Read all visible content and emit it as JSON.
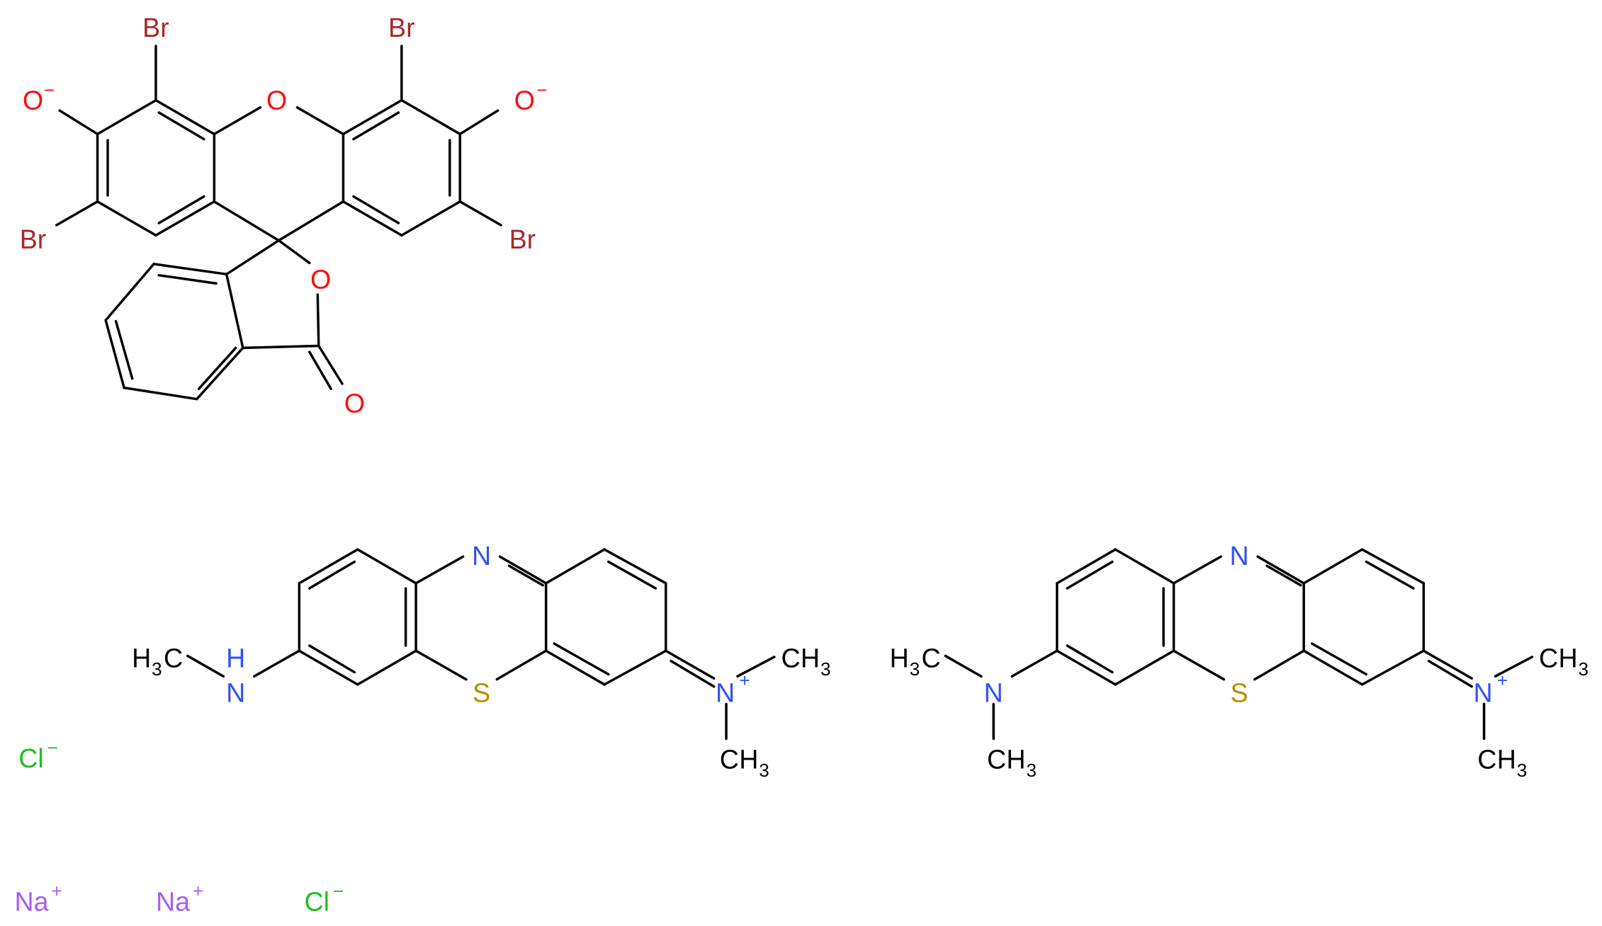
{
  "colors": {
    "bond": "#000000",
    "oxygen": "#ff0d0d",
    "bromine": "#a62929",
    "nitrogen": "#3050f8",
    "sulfur": "#b38f00",
    "chlorine": "#1fc01f",
    "sodium": "#ab5cf2"
  },
  "labels": {
    "br": "Br",
    "o": "O",
    "o_minus_sign": "−",
    "n": "N",
    "s": "S",
    "h": "H",
    "c": "C",
    "sub3": "3",
    "plus": "+",
    "minus": "−",
    "cl": "Cl",
    "na": "Na"
  }
}
